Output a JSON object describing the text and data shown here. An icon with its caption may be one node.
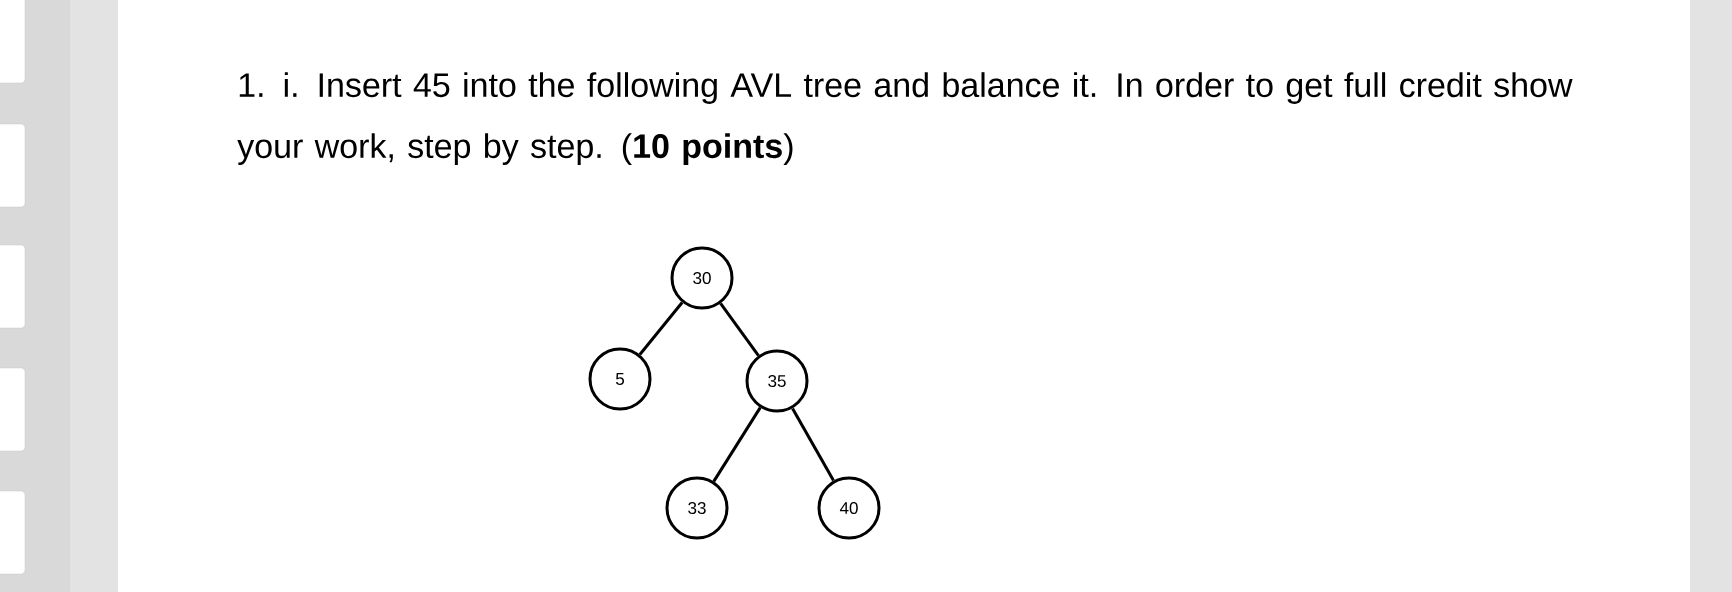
{
  "diagram": {
    "title": "1. i. Insert 45 into the following AVL tree and balance it. In order to get full credit show your work, step by step. (**10 points**)",
    "nodes": [
      {
        "text": [
          "30"
        ]
      },
      {
        "text": [
          "5"
        ]
      },
      {
        "text": [
          "35"
        ]
      },
      {
        "text": [
          "33"
        ]
      },
      {
        "text": [
          "40"
        ]
      }
    ],
    "edges": [
      {
        "from": 0,
        "to": 1,
        "arrow": "none"
      },
      {
        "from": 0,
        "to": 2,
        "arrow": "none"
      },
      {
        "from": 2,
        "to": 3,
        "arrow": "none"
      },
      {
        "from": 2,
        "to": 4,
        "arrow": "none"
      }
    ]
  }
}
